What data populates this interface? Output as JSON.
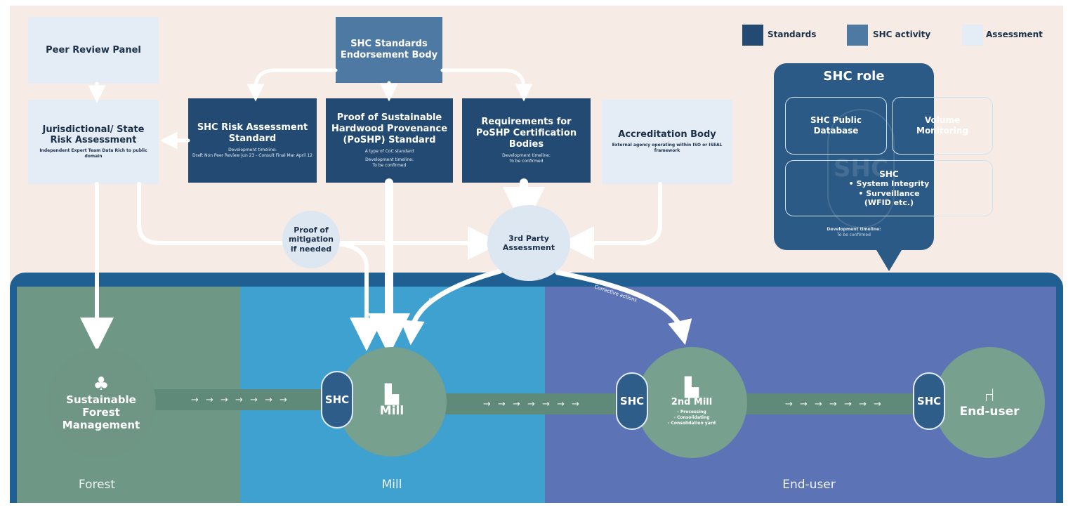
{
  "legend": [
    {
      "label": "Standards",
      "color": "#224a72"
    },
    {
      "label": "SHC activity",
      "color": "#4e79a3"
    },
    {
      "label": "Assessment",
      "color": "#e4edf6"
    }
  ],
  "boxes": {
    "peer_review": {
      "title": "Peer Review Panel"
    },
    "endorsement": {
      "title": "SHC Standards Endorsement Body"
    },
    "jurisdictional": {
      "title": "Jurisdictional/ State Risk Assessment",
      "note": "Independent Expert Team Data Rich to public domain"
    },
    "risk_standard": {
      "title": "SHC Risk Assessment Standard",
      "note1": "Development timeline:",
      "note2": "Draft Non Peer Review Jun 23 - Consult Final Mar April 12"
    },
    "poshp_standard": {
      "title": "Proof of Sustainable Hardwood Provenance (PoSHP) Standard",
      "note1": "A type of CoC standard",
      "note2": "Development timeline:",
      "note3": "To be confirmed"
    },
    "requirements": {
      "title": "Requirements for PoSHP Certification Bodies",
      "note1": "Development timeline:",
      "note2": "To be confirmed"
    },
    "accreditation": {
      "title": "Accreditation Body",
      "note": "External agency operating within ISO or ISEAL framework"
    }
  },
  "shc_role": {
    "title": "SHC role",
    "watermark": "SHC",
    "public_database": "SHC Public Database",
    "volume_monitoring": "Volume Monitoring",
    "integrity_title": "SHC",
    "integrity_lines": [
      "• System Integrity",
      "• Surveillance",
      "(WFID etc.)"
    ],
    "timeline1": "Development timeline:",
    "timeline2": "To be confirmed"
  },
  "circles": {
    "mitigation": "Proof of mitigation if needed",
    "third_party": "3rd Party Assessment",
    "corrective_left": "Corrective actions",
    "corrective_right": "Corrective actions"
  },
  "nodes": {
    "forest": "Sustainable Forest Management",
    "mill": "Mill",
    "second_mill": "2nd Mill",
    "second_mill_items": [
      "- Processing",
      "- Consolidating",
      "- Consolidation yard"
    ],
    "end_user": "End-user",
    "shc_badge": "SHC"
  },
  "chain_arrows": "→ → → → → → →",
  "zones": {
    "forest": "Forest",
    "mill": "Mill",
    "end_user": "End-user"
  },
  "icons": {
    "forest": "tree-icon",
    "mill": "factory-icon",
    "second_mill": "factory-icon",
    "end_user": "chair-icon"
  }
}
